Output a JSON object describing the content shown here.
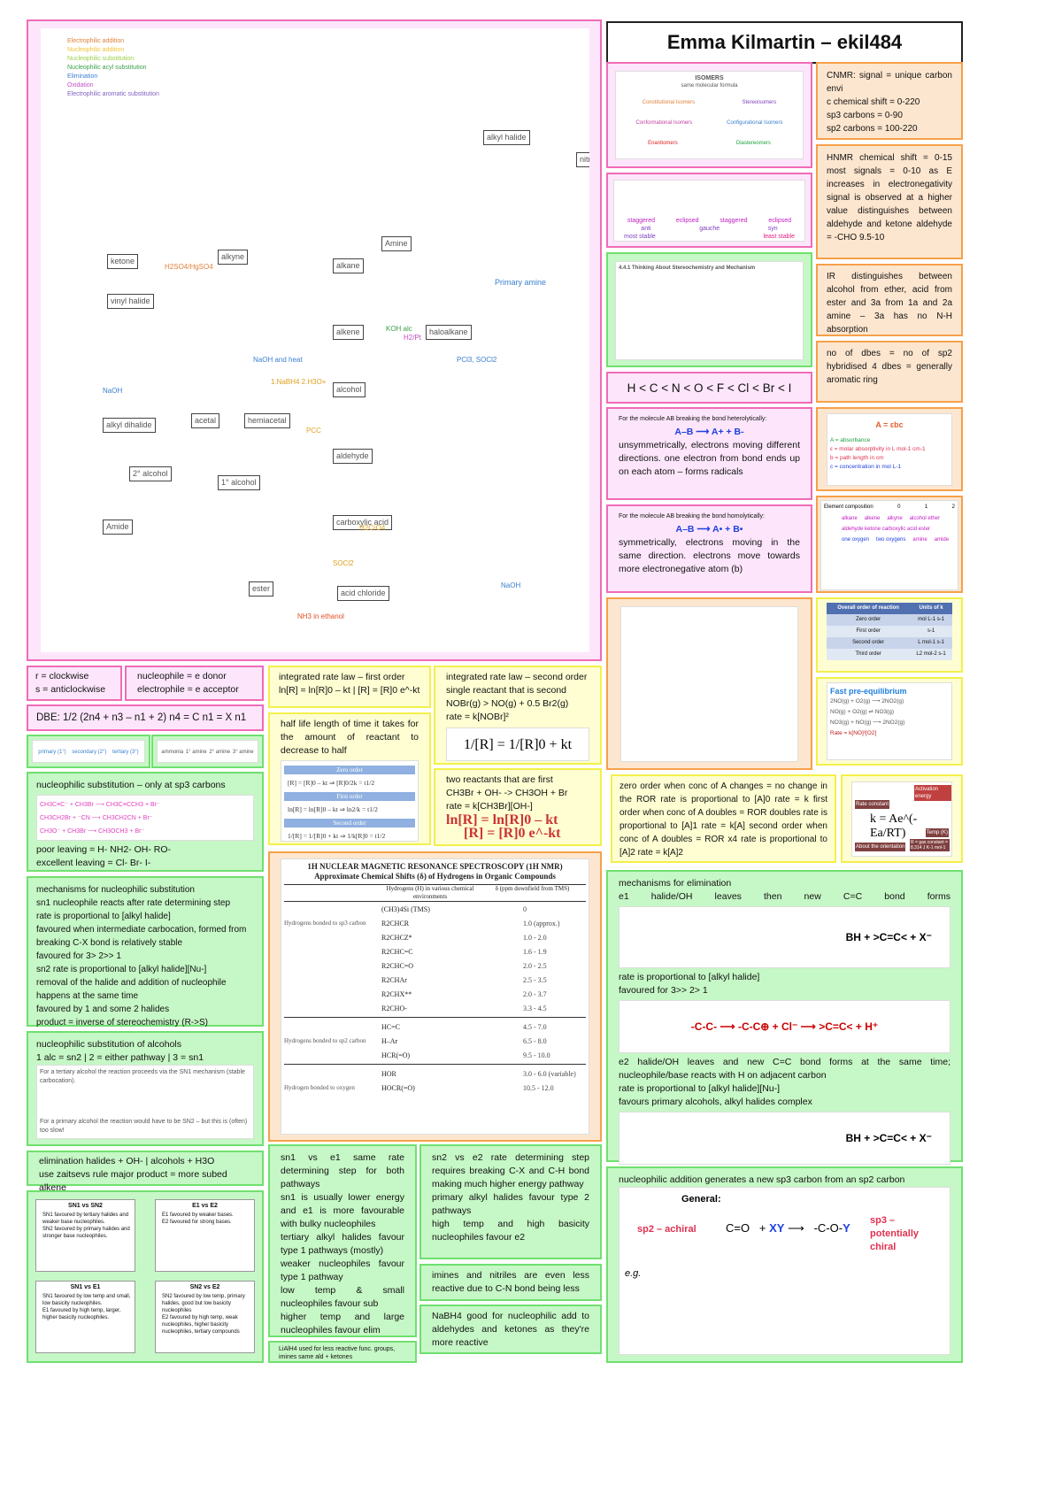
{
  "title": "Emma Kilmartin – ekil484",
  "map": {
    "legend": [
      "Electrophilic addition",
      "Nucleophilic addition",
      "Nucleophilic substitution",
      "Nucleophilic acyl substitution",
      "Elimination",
      "Oxidation",
      "Electrophilic aromatic substitution"
    ],
    "legend_colors": [
      "#e0803a",
      "#f2c23a",
      "#9ad04a",
      "#3aa04a",
      "#3a80d0",
      "#c050c0",
      "#8060c0"
    ],
    "nodes": [
      "alkyne",
      "ketone",
      "vinyl halide",
      "alkene",
      "alkane",
      "haloalkane",
      "alcohol",
      "aldehyde",
      "carboxylic acid",
      "ester",
      "acid chloride",
      "Amide",
      "Amine",
      "alkyl dihalide",
      "acetal",
      "hemiacetal",
      "1° alcohol",
      "2° alcohol",
      "nitrile",
      "alkyl halide",
      "Primary amine"
    ],
    "reagents": [
      "1.NaBH4  2.H3O+",
      "NaOH",
      "NaOH",
      "NH3 in ethanol",
      "SOCl2",
      "PCl3, SOCl2",
      "KOH alc",
      "H2/Pt",
      "H2SO4/HgSO4",
      "PCC",
      "H2CrO4",
      "NaOH and heat"
    ]
  },
  "rs": [
    "r = clockwise",
    "s = anticlockwise"
  ],
  "nucleophile": [
    "nucleophile = e donor",
    "electrophile = e acceptor"
  ],
  "dbe": "DBE: 1/2 (2n4 + n3 – n1 + 2)  n4 = C  n1 = X  n1",
  "alcohol_types": [
    "primary (1°)",
    "secondary (2°)",
    "tertiary (3°)"
  ],
  "amine_types": [
    "ammonia",
    "1° amine",
    "2° amine",
    "3° amine"
  ],
  "nuc_sub": {
    "title": "nucleophilic substitution – only at sp3 carbons",
    "lines": [
      "poor leaving = H- NH2- OH- RO-",
      "excellent leaving = Cl- Br- I-"
    ]
  },
  "mechanisms": [
    "mechanisms for nucleophilic substitution",
    "sn1 nucleophile reacts after rate determining step",
    "rate is proportional to [alkyl halide]",
    "favoured when intermediate carbocation, formed from breaking C-X bond is relatively stable",
    "favoured for 3> 2>> 1",
    "sn2 rate is proportional to [alkyl halide][Nu-]",
    "removal of the halide and addition of nucleophile happens at the same time",
    "favoured by 1 and some 2 halides",
    "product = inverse of stereochemistry (R->S)"
  ],
  "alcohols": {
    "lines": [
      "nucleophilic substitution of alcohols",
      "1 alc = sn2 | 2 = either pathway | 3 = sn1"
    ],
    "img": [
      "For a tertiary alcohol the reaction proceeds via the SN1 mechanism (stable carbocation).",
      "For a primary alcohol the reaction would have to be SN2 – but this is (often) too slow!"
    ]
  },
  "elim_halides": [
    "elimination halides + OH- | alcohols + H3O",
    "use zaitsevs rule major product = more subed alkene"
  ],
  "compare": [
    {
      "title": "SN1 vs SN2",
      "items": [
        "SN1 favoured by tertiary halides and weaker base nucleophiles.",
        "SN2 favoured by primary halides and stronger base nucleophiles."
      ]
    },
    {
      "title": "E1 vs E2",
      "items": [
        "E1 favoured by weaker bases.",
        "E2 favoured for strong bases."
      ]
    },
    {
      "title": "SN1 vs E1",
      "items": [
        "SN1 favoured by low temp and small, low basicity nucleophiles.",
        "E1 favoured by high temp, larger, higher basicity nucleophiles."
      ]
    },
    {
      "title": "SN2 vs E2",
      "items": [
        "SN2 favoured by low temp, primary halides, good but low basicity nucleophiles",
        "E2 favoured by high temp, weak nucleophiles, higher basicity nucleophiles, tertiary compounds"
      ]
    }
  ],
  "first_order": [
    "integrated rate law – first order",
    "ln[R] = ln[R]0 – kt  |  [R] = [R]0 e^-kt"
  ],
  "half_life": {
    "text": "half life length of time it takes for the amount of reactant to decrease to half",
    "headers": [
      "Zero order",
      "First order",
      "Second order"
    ],
    "eqs": [
      "[R] = [R]0 – kt ⇒ [R]0/2k = t1/2",
      "ln[R] = ln[R]0 – kt ⇒ ln2/k = t1/2",
      "1/[R] = 1/[R]0 + kt ⇒ 1/k[R]0 = t1/2"
    ]
  },
  "second_order": {
    "lines": [
      "integrated rate law – second order",
      "single reactant that is second",
      "NOBr(g) > NO(g) + 0.5 Br2(g)",
      "rate = k[NOBr]²"
    ],
    "eq": "1/[R] = 1/[R]0 + kt"
  },
  "two_reactants": {
    "lines": [
      "two reactants that are first",
      "CH3Br + OH- -> CH3OH + Br",
      "rate = k[CH3Br][OH-]"
    ],
    "eqs": [
      "ln[R] = ln[R]0 – kt",
      "[R] = [R]0 e^-kt"
    ]
  },
  "nmr_table": {
    "title": "1H NUCLEAR MAGNETIC RESONANCE SPECTROSCOPY (1H NMR)",
    "subtitle": "Approximate Chemical Shifts (δ) of Hydrogens in Organic Compounds",
    "headers": [
      "Hydrogens (H) in various chemical environments",
      "δ (ppm downfield from TMS)"
    ],
    "groups": [
      "Hydrogens bonded to sp3 carbon",
      "Hydrogens bonded to sp2 carbon",
      "Hydrogen bonded to oxygen"
    ],
    "rows": [
      [
        "(CH3)4Si (TMS)",
        "0"
      ],
      [
        "R2CHCR",
        "1.0 (approx.)"
      ],
      [
        "R2CHCZ*",
        "1.0 - 2.0"
      ],
      [
        "R2CHC=C",
        "1.6 - 1.9"
      ],
      [
        "R2CHC=O",
        "2.0 - 2.5"
      ],
      [
        "R2CHAr",
        "2.5 - 3.5"
      ],
      [
        "R2CHX**",
        "2.0 - 3.7"
      ],
      [
        "R2CHO-",
        "3.3 - 4.5"
      ],
      [
        "HC=C",
        "4.5 - 7.0"
      ],
      [
        "H–Ar",
        "6.5 - 8.0"
      ],
      [
        "HCR(=O)",
        "9.5 - 10.0"
      ],
      [
        "HOR",
        "3.0 - 6.0 (variable)"
      ],
      [
        "HOCR(=O)",
        "10.5 - 12.0"
      ]
    ]
  },
  "sn1e1": [
    "sn1 vs e1 same rate determining step for both pathways",
    "sn1 is usually lower energy and e1 is more favourable with bulky nucleophiles",
    "tertiary alkyl halides favour type 1 pathways (mostly)",
    "weaker nucleophiles favour type 1 pathway",
    "low temp & small nucleophiles favour sub",
    "higher temp and large nucleophiles favour elim"
  ],
  "lialh4": "LiAlH4 used for less reactive func. groups, imines same ald + ketones",
  "sn2e2": [
    "sn2 vs e2 rate determining step requires breaking C-X and C-H bond making much higher energy pathway",
    "primary alkyl halides favour type 2 pathways",
    "high temp and high basicity nucleophiles favour e2"
  ],
  "imines": "imines and nitriles are even less reactive due to C-N bond being less",
  "nabh4": "NaBH4 good for nucleophilic add to aldehydes and ketones as they're more reactive",
  "isomers": {
    "title": "ISOMERS",
    "sub": "same molecular formula",
    "items": [
      "Constitutional Isomers",
      "Stereoisomers",
      "Conformational Isomers",
      "Configurational Isomers",
      "Enantiomers",
      "Diastereomers"
    ]
  },
  "newman": [
    "staggered",
    "eclipsed",
    "staggered",
    "eclipsed",
    "anti",
    "most stable",
    "gauche",
    "syn",
    "least stable"
  ],
  "stereo_title": "4.4.1  Thinking About Stereochemistry and Mechanism",
  "electroneg": "H < C < N < O < F < Cl < Br < I",
  "hetero": {
    "head": "For the molecule AB breaking the bond heterolytically:",
    "eq": "A–B ⟶ A+ + B-",
    "text": "unsymmetrically, electrons moving different directions. one electron from bond ends up on each atom – forms radicals"
  },
  "homo": {
    "head": "For the molecule AB breaking the bond homolytically:",
    "eq": "A–B ⟶ A• + B•",
    "text": "symmetrically, electrons moving in the same direction. electrons move towards more electronegative atom (b)"
  },
  "zero_order": "zero order when conc of A changes = no change in the ROR rate is proportional to [A]0 rate = k first order when conc of A doubles = ROR doubles rate is proportional to [A]1 rate = k[A] second order when conc of A doubles = ROR x4 rate is proportional to [A]2 rate = k[A]2",
  "arrhenius": {
    "labels": [
      "Activation energy",
      "Rate constant",
      "Temp (K)",
      "About the orientation",
      "R = gas constant = 8.314 J K-1 mol-1"
    ],
    "eq": "k = Ae^(-Ea/RT)"
  },
  "elimination": [
    "mechanisms for elimination",
    "e1 halide/OH leaves then new C=C bond forms",
    "rate is proportional to [alkyl halide]",
    "favoured for 3>> 2> 1",
    "e2 halide/OH leaves and new C=C bond forms at the same time; nucleophile/base reacts with H on adjacent carbon",
    "rate is proportional to [alkyl halide][Nu-]",
    "favours primary alcohols, alkyl halides complex"
  ],
  "nuc_add": {
    "text": "nucleophilic addition generates a new sp3 carbon from an sp2 carbon",
    "general": "General:",
    "eg": "e.g.",
    "sp2": "sp2 – achiral",
    "sp3": "sp3 – potentially chiral"
  },
  "cnmr": [
    "CNMR: signal = unique carbon envi",
    "c chemical shift = 0-220",
    "sp3 carbons = 0-90",
    "sp2 carbons = 100-220"
  ],
  "hnmr": "HNMR chemical shift = 0-15 most signals = 0-10 as E increases in electronegativity signal is observed at a higher value distinguishes between aldehyde and ketone aldehyde = -CHO 9.5-10",
  "ir": "IR distinguishes between alcohol from ether, acid from ester and 3a from 1a and 2a amine – 3a has no N-H absorption",
  "dbes": "no of dbes = no of sp2 hybridised 4 dbes = generally aromatic ring",
  "beer": {
    "eq": "A = εbc",
    "items": [
      "A = absorbance",
      "ε = molar absorptivity in L mol-1 cm-1",
      "b = path length in cm",
      "c = concentration in mol L-1"
    ]
  },
  "units": {
    "headers": [
      "Overall order of reaction",
      "Units of k"
    ],
    "rows": [
      [
        "Zero order",
        "mol L-1 s-1"
      ],
      [
        "First order",
        "s-1"
      ],
      [
        "Second order",
        "L mol-1 s-1"
      ],
      [
        "Third order",
        "L2 mol-2 s-1"
      ]
    ]
  },
  "fast_eq": {
    "title": "Fast pre-equilibrium",
    "lines": [
      "2NO(g) + O2(g) ⟶ 2NO2(g)",
      "NO(g) + O2(g) ⇌ NO3(g)",
      "NO3(g) + NO(g) ⟶ 2NO2(g)",
      "Rate = k[NO]²[O2]"
    ]
  },
  "dbe_table": {
    "headers": [
      "Element composition",
      "0",
      "1",
      "2"
    ],
    "rows": [
      "alkane",
      "alkene",
      "alkyne",
      "alcohol ether",
      "aldehyde ketone carboxylic acid ester",
      "one oxygen",
      "two oxygens",
      "amine",
      "amide"
    ]
  }
}
